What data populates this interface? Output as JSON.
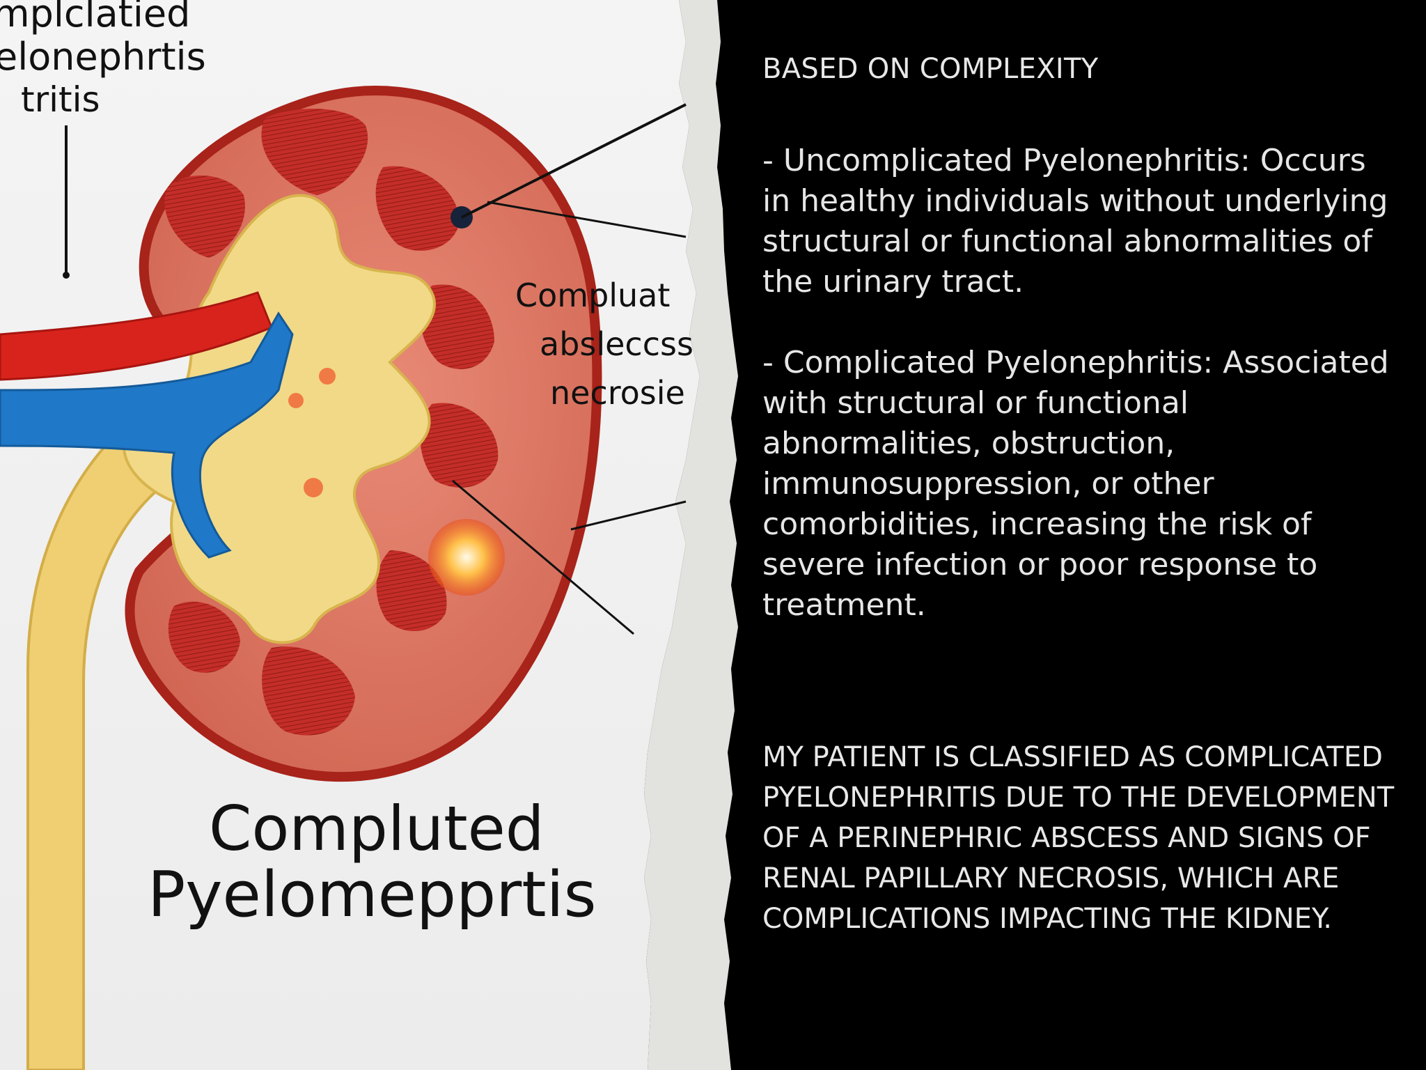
{
  "illustration": {
    "top_label_lines": [
      "mplclatied",
      "elonephrtis",
      "tritis"
    ],
    "side_label_lines": [
      "Compluat",
      "absleccss",
      "necrosie"
    ],
    "caption_lines": [
      "Compluted",
      "Pyelomepprtis"
    ]
  },
  "panel": {
    "heading": "BASED ON COMPLEXITY",
    "uncomplicated": "- Uncomplicated Pyelonephritis: Occurs in healthy individuals without underlying structural or functional abnormalities of the urinary tract.",
    "complicated": "- Complicated Pyelonephritis: Associated with structural or functional abnormalities, obstruction, immunosuppression, or other comorbidities, increasing the risk of severe infection or poor response to treatment.",
    "conclusion": "MY PATIENT IS CLASSIFIED AS COMPLICATED PYELONEPHRITIS DUE TO THE DEVELOPMENT OF A PERINEPHRIC ABSCESS AND SIGNS OF RENAL PAPILLARY NECROSIS, WHICH ARE COMPLICATIONS IMPACTING THE KIDNEY."
  },
  "colors": {
    "background": "#000000",
    "text": "#e6e6e6",
    "kidney_cortex": "#d9705f",
    "kidney_capsule": "#b52a1c",
    "pyramid": "#c8302a",
    "pelvis": "#f0d080",
    "artery": "#d8231c",
    "vein": "#1f78c8",
    "abscess": "#f5a030"
  }
}
